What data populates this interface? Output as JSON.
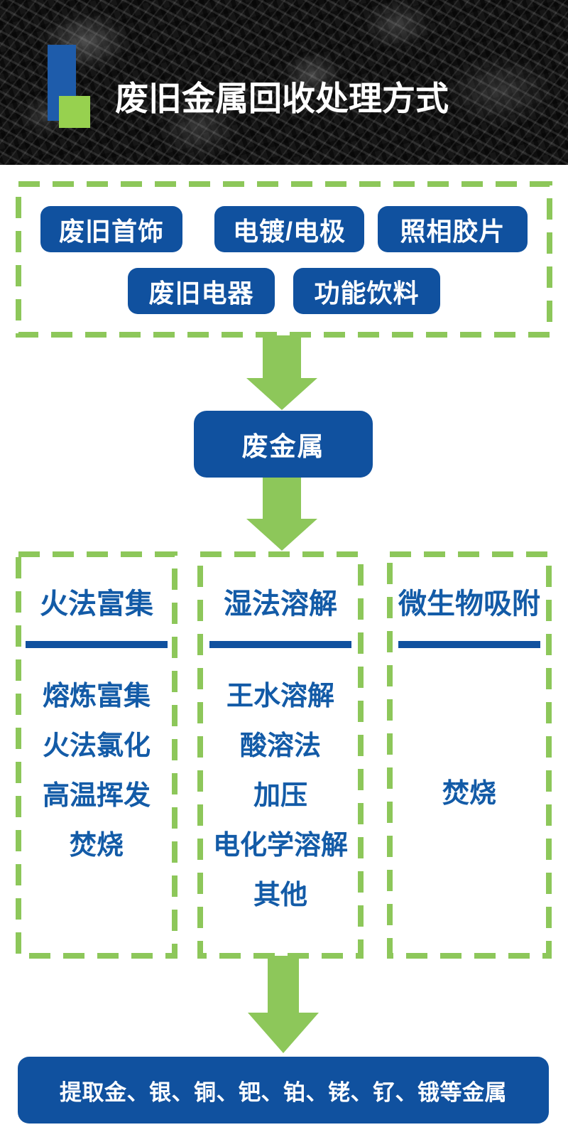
{
  "header": {
    "title": "废旧金属回收处理方式"
  },
  "sources": {
    "items": [
      "废旧首饰",
      "电镀/电极",
      "照相胶片",
      "废旧电器",
      "功能饮料"
    ]
  },
  "flow": {
    "center_node": "废金属"
  },
  "methods": [
    {
      "title": "火法富集",
      "items": [
        "熔炼富集",
        "火法氯化",
        "高温挥发",
        "焚烧"
      ]
    },
    {
      "title": "湿法溶解",
      "items": [
        "王水溶解",
        "酸溶法",
        "加压",
        "电化学溶解",
        "其他"
      ]
    },
    {
      "title": "微生物吸附",
      "items": [
        "焚烧"
      ]
    }
  ],
  "result": {
    "label": "提取金、银、铜、钯、铂、铑、钌、锇等金属"
  },
  "colors": {
    "primary_blue": "#10519f",
    "text_blue": "#135ba7",
    "accent_green": "#8dc75a",
    "bright_green": "#97d14f",
    "deco_blue": "#1e5cab"
  }
}
